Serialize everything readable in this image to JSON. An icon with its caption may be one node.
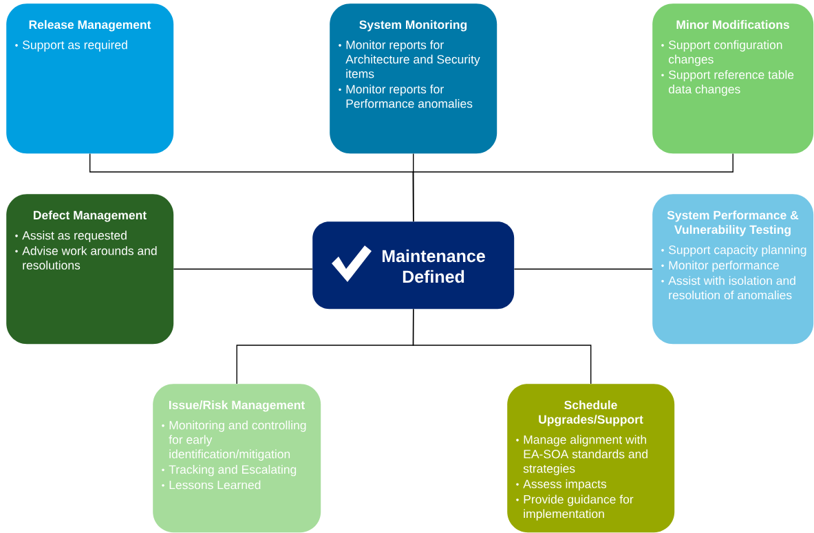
{
  "diagram": {
    "nodes": [
      {
        "text": [
          "Release Management",
          "Support as required"
        ]
      },
      {
        "text": [
          "System Monitoring",
          "Monitor reports for Architecture and Security items",
          "Monitor reports for Performance anomalies"
        ]
      },
      {
        "text": [
          "Minor Modifications",
          "Support configuration changes",
          "Support reference table data changes"
        ]
      },
      {
        "text": [
          "Defect  Management",
          "Assist as requested",
          "Advise work arounds and resolutions"
        ]
      },
      {
        "text": [
          "Maintenance Defined"
        ]
      },
      {
        "text": [
          "System Performance & Vulnerability Testing",
          "Support capacity planning",
          "Monitor performance",
          "Assist with isolation and resolution of anomalies"
        ]
      },
      {
        "text": [
          "Issue/Risk  Management",
          "Monitoring and controlling for early identification/mitigation",
          "Tracking and Escalating",
          "Lessons Learned"
        ]
      },
      {
        "text": [
          "Schedule Upgrades/Support",
          "Manage alignment with EA-SOA standards and strategies",
          "Assess impacts",
          "Provide guidance for implementation"
        ]
      }
    ],
    "edges": [
      {
        "from": 4,
        "to": 0,
        "arrow": "none"
      },
      {
        "from": 4,
        "to": 1,
        "arrow": "none"
      },
      {
        "from": 4,
        "to": 2,
        "arrow": "none"
      },
      {
        "from": 4,
        "to": 3,
        "arrow": "none"
      },
      {
        "from": 4,
        "to": 5,
        "arrow": "none"
      },
      {
        "from": 4,
        "to": 6,
        "arrow": "none"
      },
      {
        "from": 4,
        "to": 7,
        "arrow": "none"
      }
    ]
  }
}
